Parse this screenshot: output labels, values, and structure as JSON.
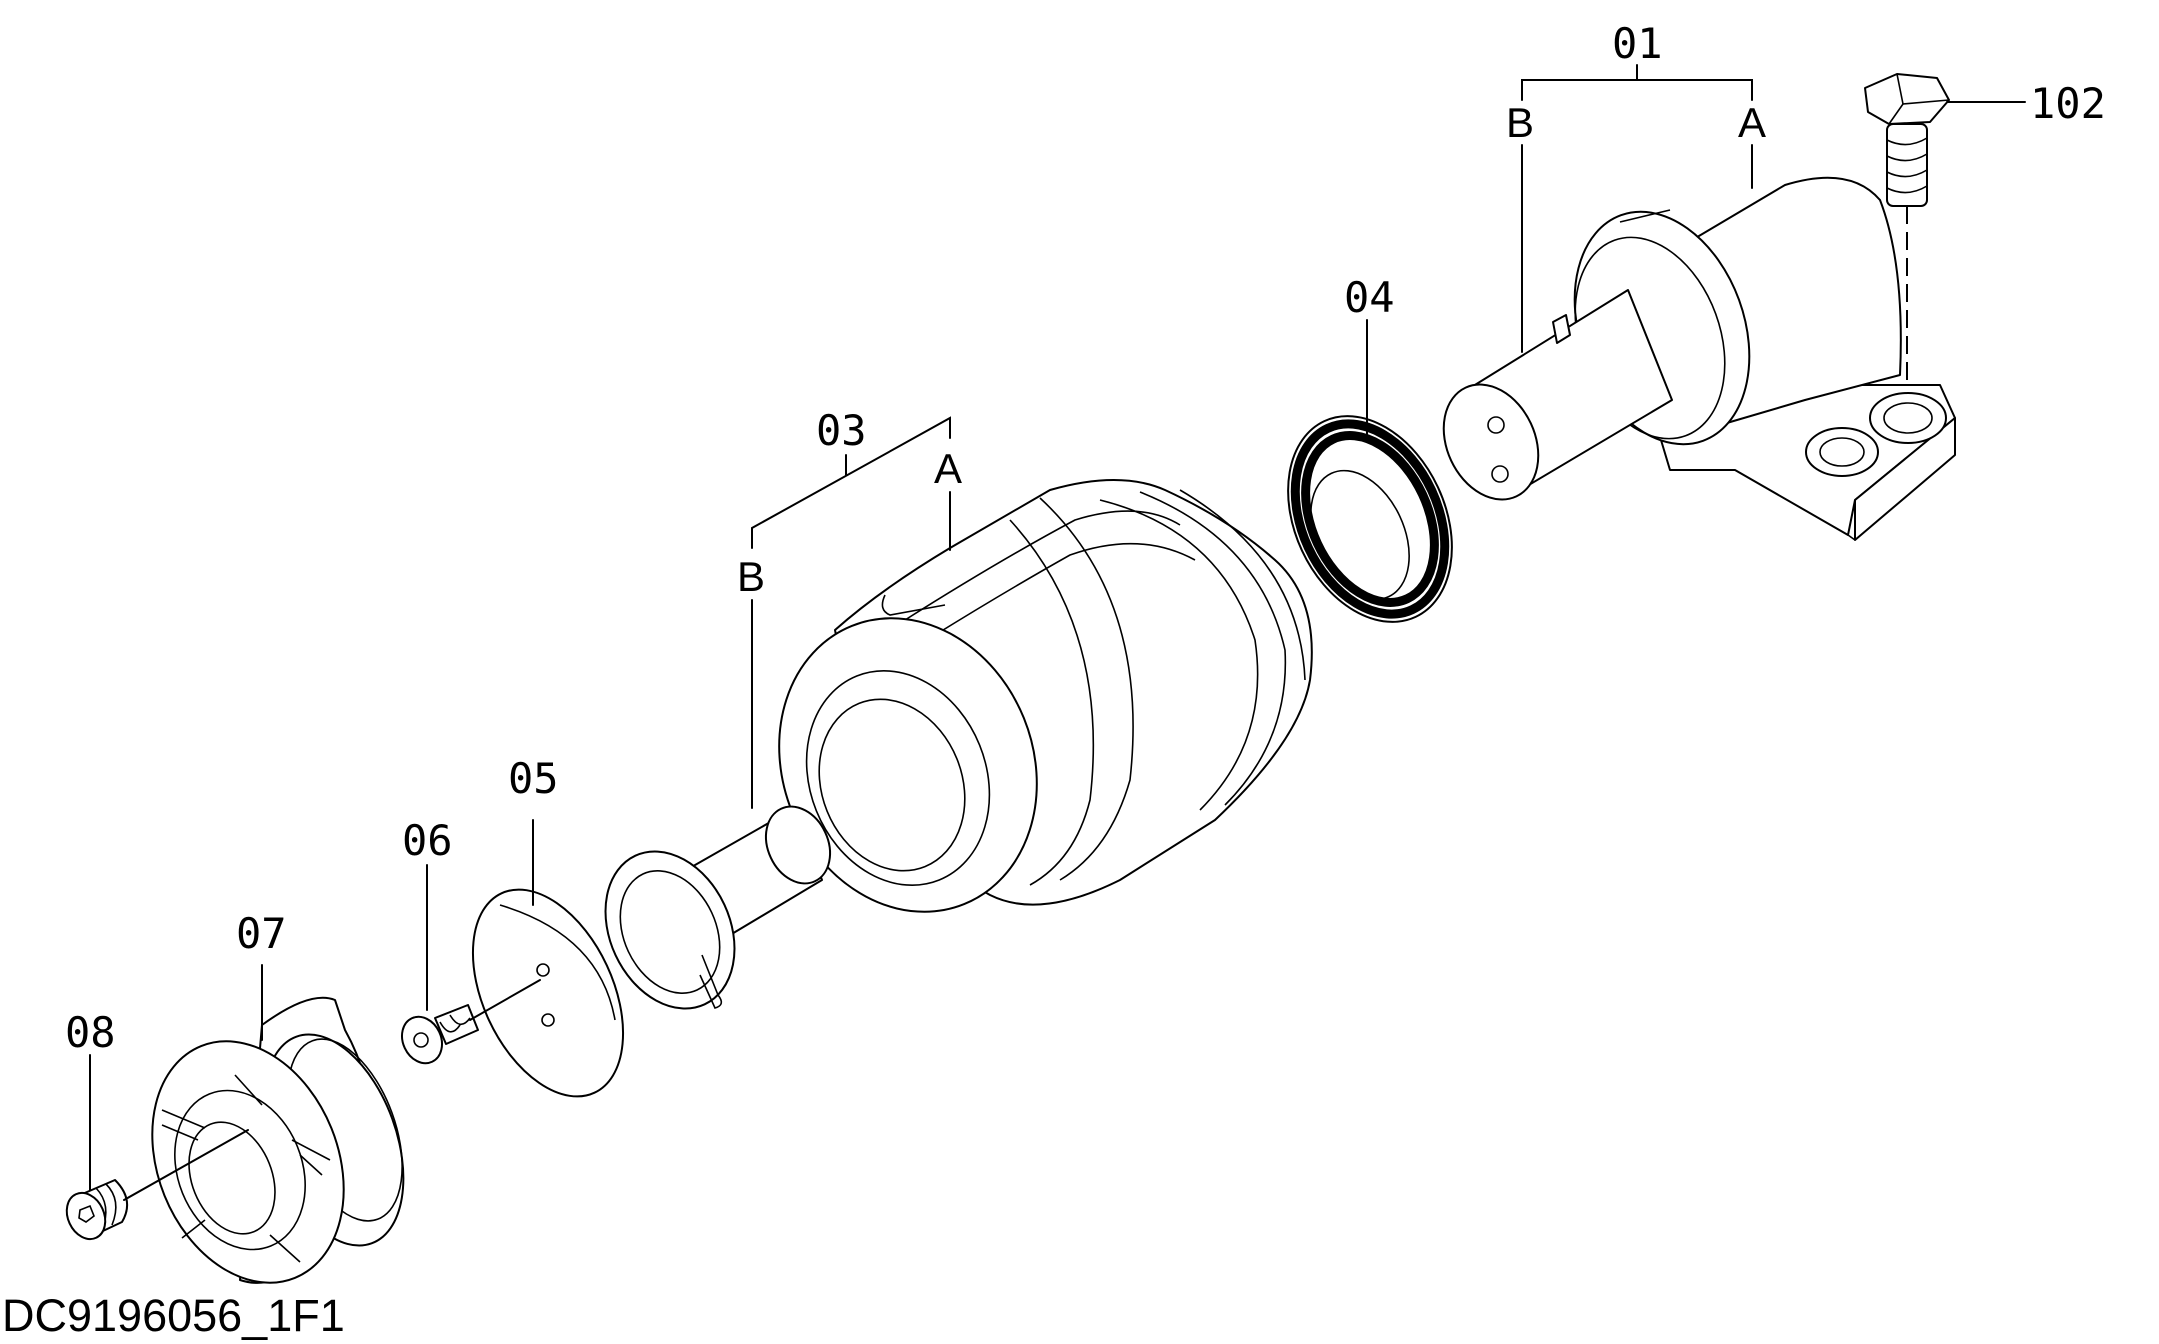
{
  "callouts": {
    "p01": "01",
    "p102": "102",
    "p04": "04",
    "p03": "03",
    "p05": "05",
    "p06": "06",
    "p07": "07",
    "p08": "08"
  },
  "letters": {
    "a": "A",
    "b": "B"
  },
  "drawing_number": "DC9196056_1F1",
  "colors": {
    "line": "#000000",
    "background": "#ffffff"
  }
}
